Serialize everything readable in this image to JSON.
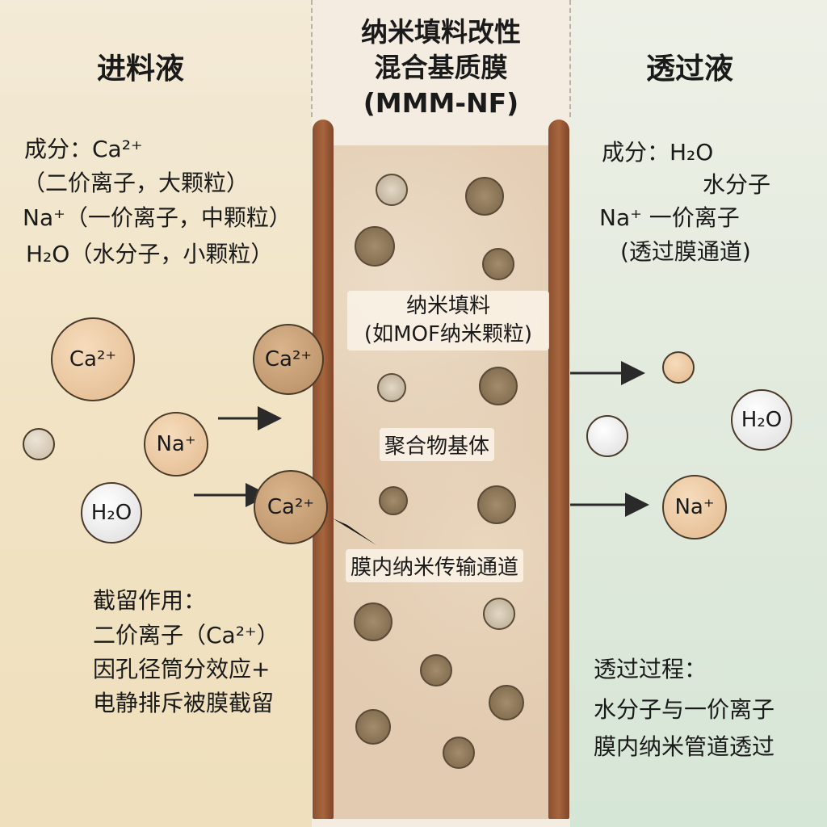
{
  "feed": {
    "title": "进料液",
    "composition": [
      "成分：Ca²⁺",
      "（二价离子，大颗粒）",
      "Na⁺（一价离子，中颗粒）",
      "H₂O（水分子，小颗粒）"
    ],
    "rejection": [
      "截留作用：",
      "二价离子（Ca²⁺）",
      "因孔径筒分效应+",
      "电静排斥被膜截留"
    ]
  },
  "membrane": {
    "title": [
      "纳米填料改性",
      "混合基质膜",
      "(MMM-NF)"
    ],
    "filler_label": [
      "纳米填料",
      "(如MOF纳米颗粒)"
    ],
    "matrix_label": "聚合物基体",
    "channel_label": "膜内纳米传输通道"
  },
  "permeate": {
    "title": "透过液",
    "composition": [
      "成分：H₂O",
      "水分子",
      "Na⁺  一价离子",
      "(透过膜通道)"
    ],
    "process": [
      "透过过程：",
      "水分子与一价离子",
      "膜内纳米管道透过"
    ]
  },
  "particles": {
    "ca": "Ca²⁺",
    "na": "Na⁺",
    "h2o": "H₂O"
  }
}
